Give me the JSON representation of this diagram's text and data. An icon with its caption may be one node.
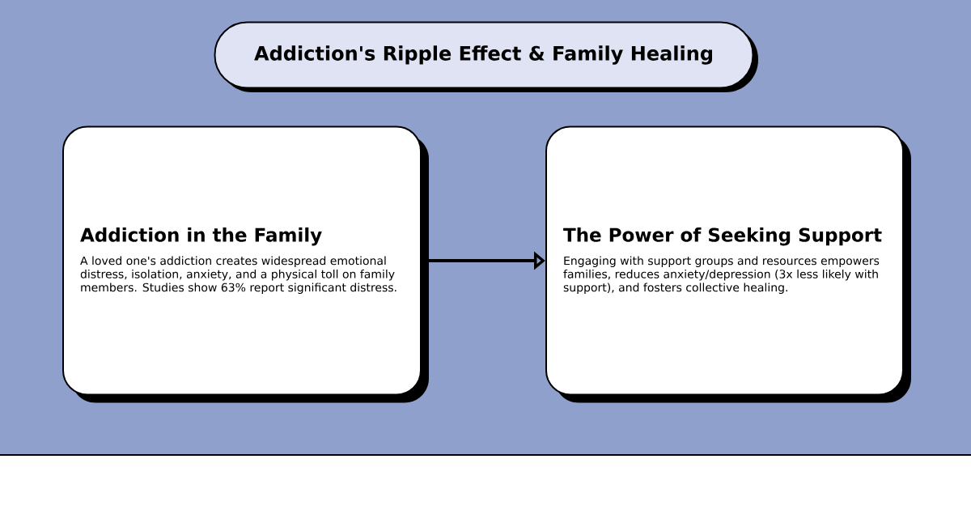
{
  "diagram": {
    "title": "Addiction's Ripple Effect & Family Healing",
    "nodes": [
      {
        "text": [
          "Addiction in the Family",
          "A loved one's addiction creates widespread emotional distress, isolation, anxiety, and a physical toll on family members. Studies show 63% report significant distress."
        ]
      },
      {
        "text": [
          "The Power of Seeking Support",
          "Engaging with support groups and resources empowers families, reduces anxiety/depression (3x less likely with support), and fosters collective healing."
        ]
      }
    ],
    "edges": [
      {
        "from": 0,
        "to": 1,
        "arrow": "to"
      }
    ]
  }
}
